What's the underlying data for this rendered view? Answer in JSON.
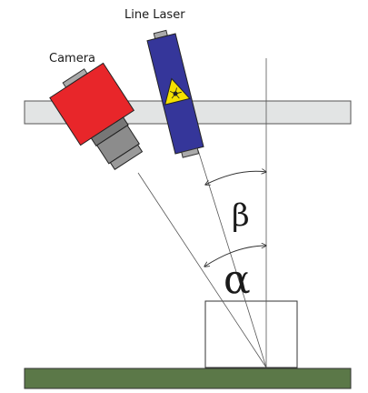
{
  "labels": {
    "camera": "Camera",
    "laser": "Line Laser",
    "beta": "β",
    "alpha": "α"
  },
  "icons": {
    "laser_warning": "laser-hazard-icon"
  },
  "colors": {
    "camera_body": "#e8262a",
    "camera_lens": "#8c8c8c",
    "laser_body": "#35369a",
    "laser_caps": "#aaaaaa",
    "warning_yellow": "#f5e100",
    "rail": "#e2e4e4",
    "ground": "#5b7848",
    "sample": "#ffffff",
    "lines": "#333333"
  }
}
